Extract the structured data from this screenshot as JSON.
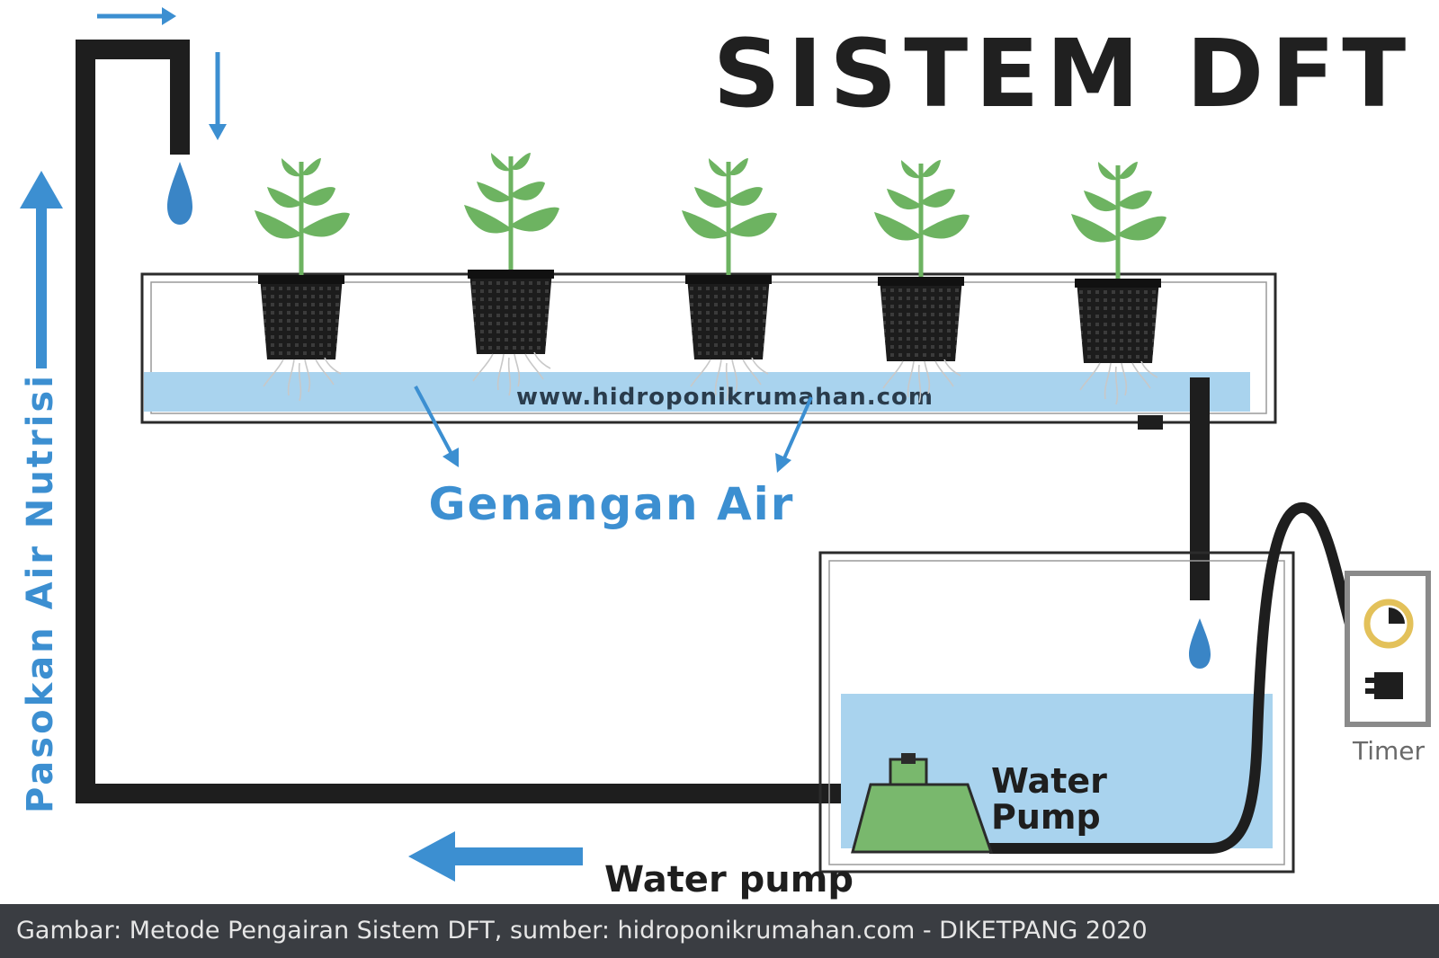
{
  "diagram": {
    "title": "SISTEM DFT",
    "supply_label": "Pasokan Air Nutrisi",
    "website_label": "www.hidroponikrumahan.com",
    "standing_water_label": "Genangan Air",
    "pump_label_line1": "Water",
    "pump_label_line2": "Pump",
    "pump_flow_label": "Water pump",
    "timer_label": "Timer",
    "plant_count": 5,
    "colors": {
      "pipe": "#1e1e1e",
      "accent_blue": "#3c8fd1",
      "water": "#a9d3ee",
      "leaf": "#6db361",
      "pump": "#79b86d",
      "timer_face": "#e3c15a"
    },
    "icons": [
      "water-drop-icon",
      "plant-icon",
      "net-pot-icon",
      "clock-icon",
      "plug-icon",
      "arrow-icon"
    ]
  },
  "caption": {
    "text": "Gambar: Metode Pengairan Sistem DFT, sumber: hidroponikrumahan.com - DIKETPANG 2020"
  }
}
